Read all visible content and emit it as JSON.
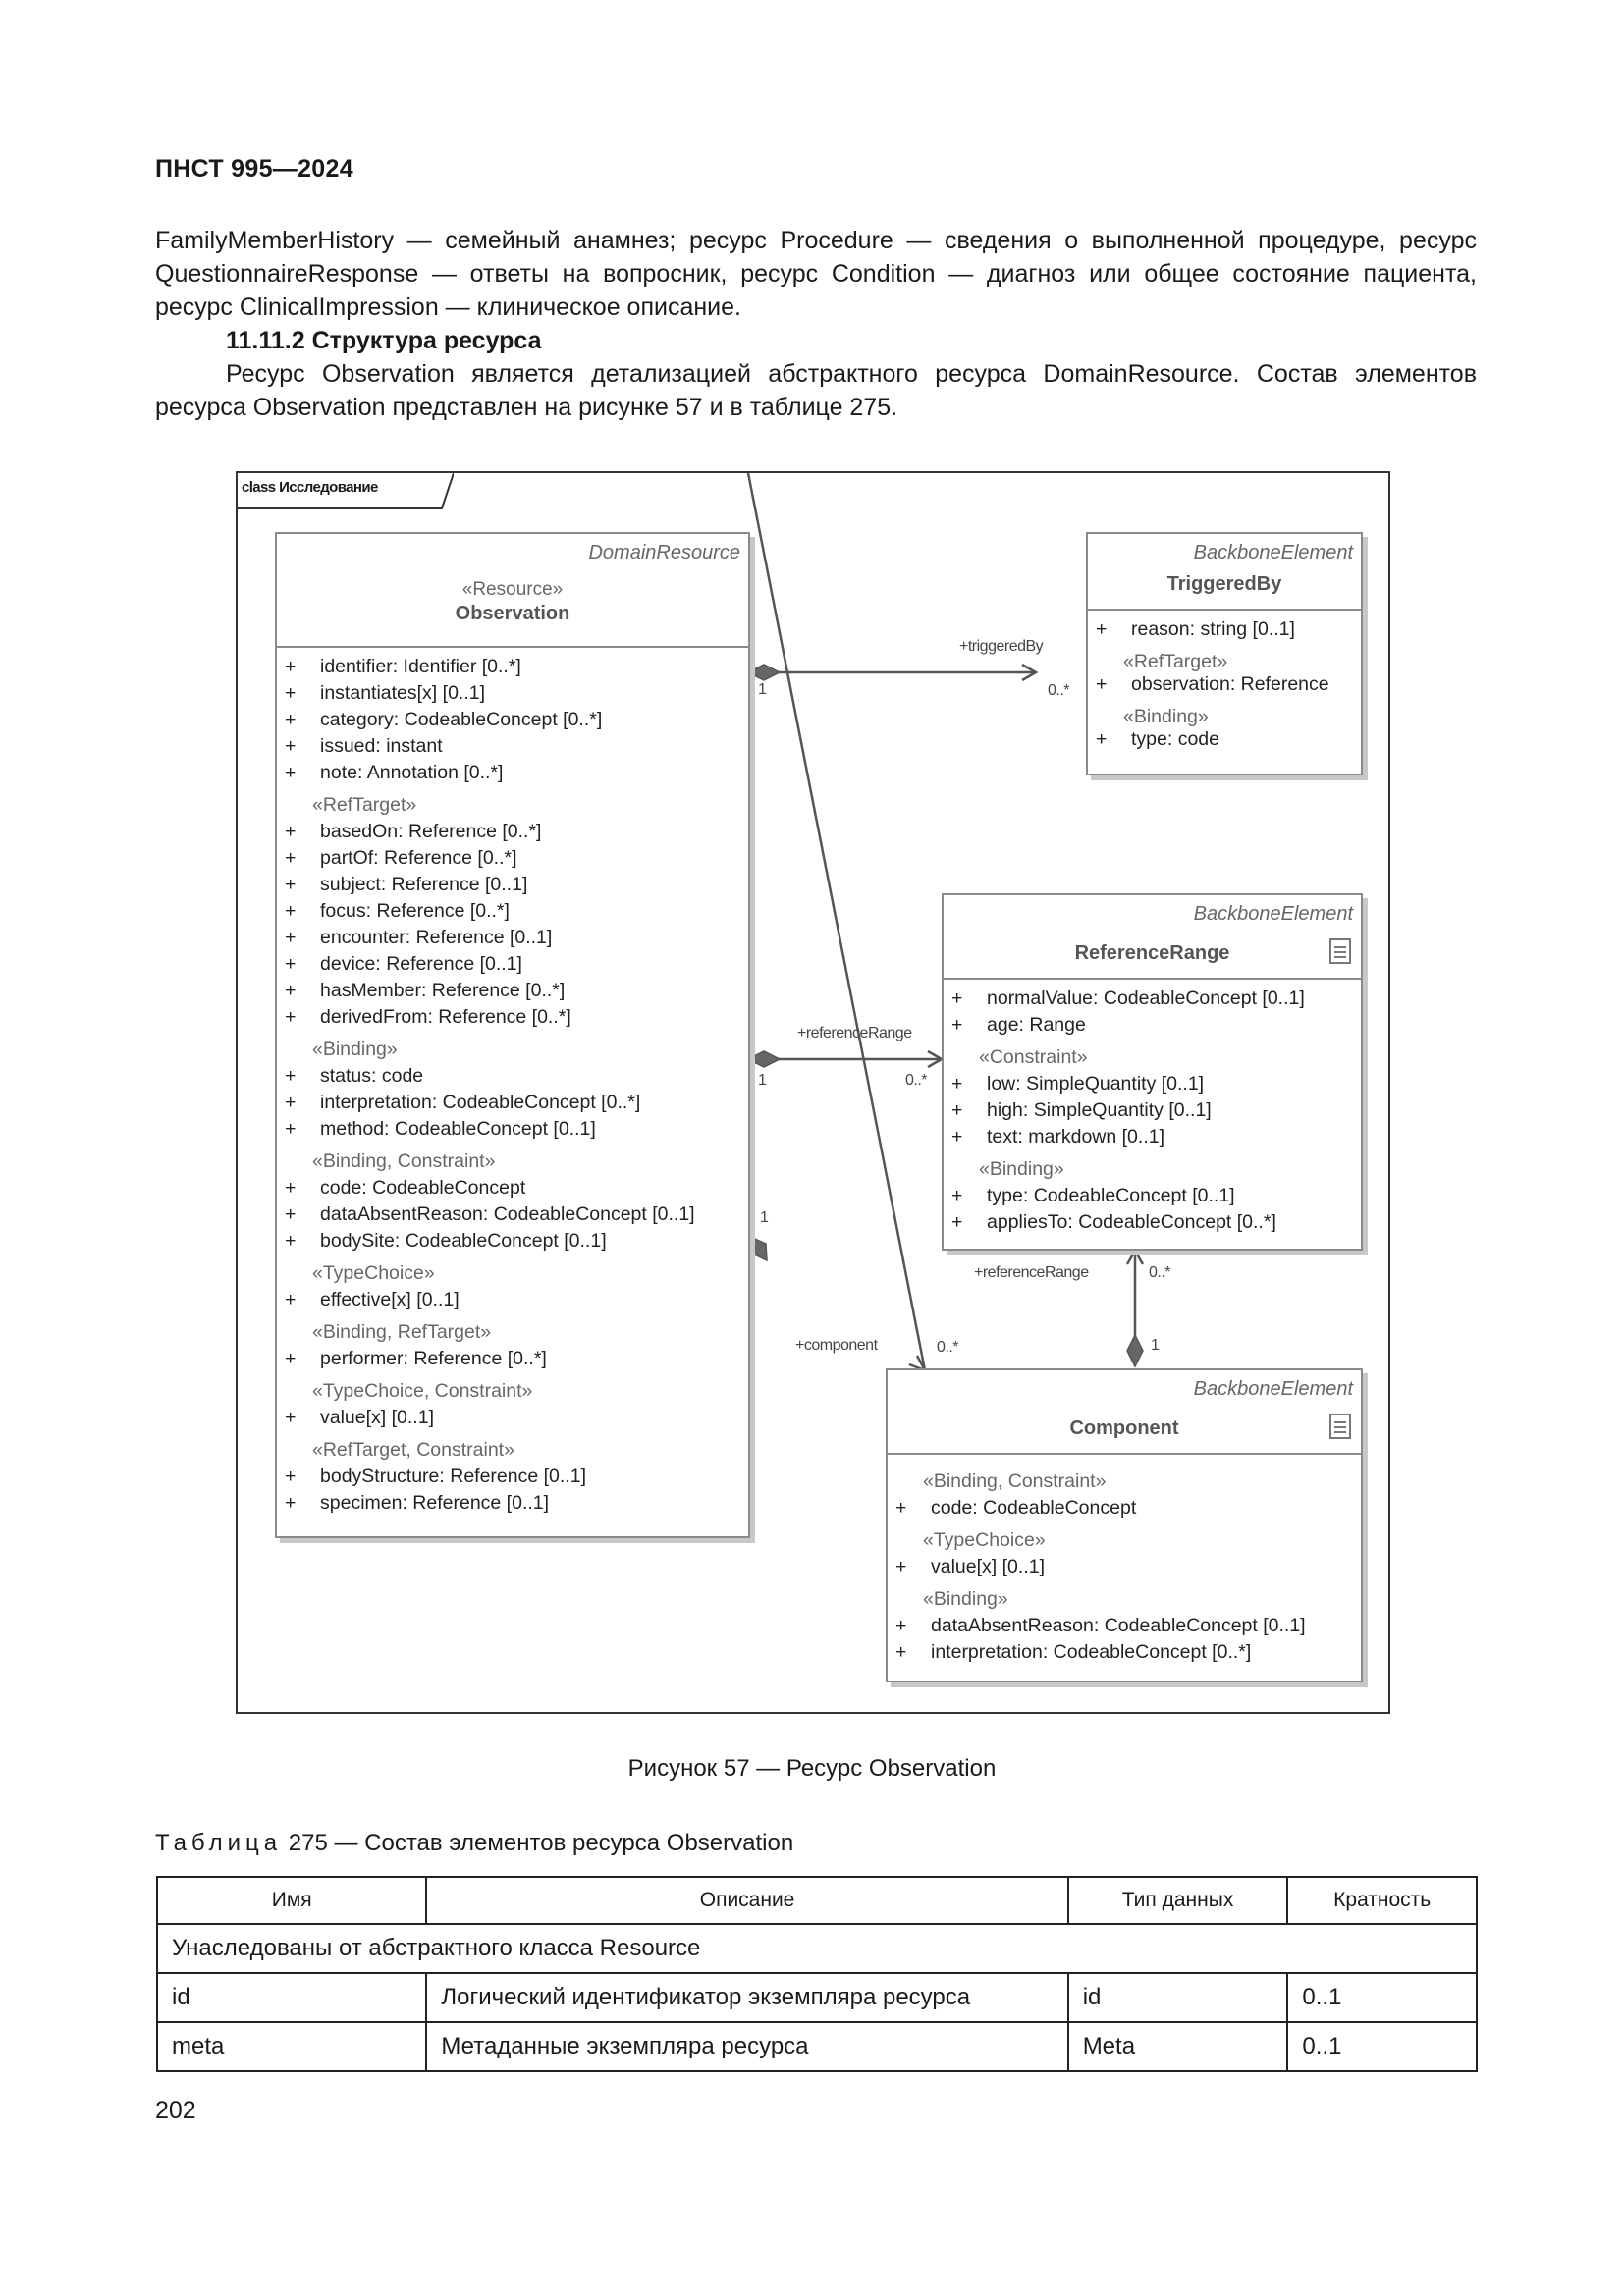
{
  "header": {
    "doc_id": "ПНСТ 995—2024"
  },
  "text": {
    "paragraph1": "FamilyMemberHistory — семейный анамнез; ресурс Procedure — сведения о выполненной процедуре, ресурс QuestionnaireResponse — ответы на вопросник, ресурс Condition — диагноз или общее состояние пациента, ресурс ClinicalImpression — клиническое описание.",
    "section_heading": "11.11.2 Структура ресурса",
    "paragraph2": "Ресурс Observation является детализацией абстрактного ресурса DomainResource. Состав элементов ресурса Observation представлен на рисунке 57 и в таблице 275."
  },
  "figure": {
    "frame_title": "class Исследование",
    "observation": {
      "parent": "DomainResource",
      "stereotype": "«Resource»",
      "name": "Observation",
      "groups": [
        {
          "stereotype": "",
          "attributes": [
            "identifier: Identifier [0..*]",
            "instantiates[x] [0..1]",
            "category: CodeableConcept [0..*]",
            "issued: instant",
            "note: Annotation [0..*]"
          ]
        },
        {
          "stereotype": "«RefTarget»",
          "attributes": [
            "basedOn: Reference [0..*]",
            "partOf: Reference [0..*]",
            "subject: Reference [0..1]",
            "focus: Reference [0..*]",
            "encounter: Reference [0..1]",
            "device: Reference [0..1]",
            "hasMember: Reference [0..*]",
            "derivedFrom: Reference [0..*]"
          ]
        },
        {
          "stereotype": "«Binding»",
          "attributes": [
            "status: code",
            "interpretation: CodeableConcept [0..*]",
            "method: CodeableConcept [0..1]"
          ]
        },
        {
          "stereotype": "«Binding, Constraint»",
          "attributes": [
            "code: CodeableConcept",
            "dataAbsentReason: CodeableConcept [0..1]",
            "bodySite: CodeableConcept [0..1]"
          ]
        },
        {
          "stereotype": "«TypeChoice»",
          "attributes": [
            "effective[x] [0..1]"
          ]
        },
        {
          "stereotype": "«Binding, RefTarget»",
          "attributes": [
            "performer: Reference [0..*]"
          ]
        },
        {
          "stereotype": "«TypeChoice, Constraint»",
          "attributes": [
            "value[x] [0..1]"
          ]
        },
        {
          "stereotype": "«RefTarget, Constraint»",
          "attributes": [
            "bodyStructure: Reference [0..1]",
            "specimen: Reference [0..1]"
          ]
        }
      ]
    },
    "triggered_by": {
      "parent": "BackboneElement",
      "name": "TriggeredBy",
      "groups": [
        {
          "stereotype": "",
          "attributes": [
            "reason: string [0..1]"
          ]
        },
        {
          "stereotype": "«RefTarget»",
          "attributes": [
            "observation: Reference"
          ]
        },
        {
          "stereotype": "«Binding»",
          "attributes": [
            "type: code"
          ]
        }
      ]
    },
    "reference_range": {
      "parent": "BackboneElement",
      "name": "ReferenceRange",
      "groups": [
        {
          "stereotype": "",
          "attributes": [
            "normalValue: CodeableConcept [0..1]",
            "age: Range"
          ]
        },
        {
          "stereotype": "«Constraint»",
          "attributes": [
            "low: SimpleQuantity [0..1]",
            "high: SimpleQuantity [0..1]",
            "text: markdown [0..1]"
          ]
        },
        {
          "stereotype": "«Binding»",
          "attributes": [
            "type: CodeableConcept [0..1]",
            "appliesTo: CodeableConcept [0..*]"
          ]
        }
      ]
    },
    "component": {
      "parent": "BackboneElement",
      "name": "Component",
      "groups": [
        {
          "stereotype": "«Binding, Constraint»",
          "attributes": [
            "code: CodeableConcept"
          ]
        },
        {
          "stereotype": "«TypeChoice»",
          "attributes": [
            "value[x] [0..1]"
          ]
        },
        {
          "stereotype": "«Binding»",
          "attributes": [
            "dataAbsentReason: CodeableConcept [0..1]",
            "interpretation: CodeableConcept [0..*]"
          ]
        }
      ]
    },
    "links": {
      "triggered_by": {
        "role": "+triggeredBy",
        "source_mult": "1",
        "target_mult": "0..*"
      },
      "reference_range": {
        "role": "+referenceRange",
        "source_mult": "1",
        "target_mult": "0..*"
      },
      "component": {
        "role": "+component",
        "source_mult": "1",
        "target_mult": "0..*"
      },
      "component_reference_range": {
        "role": "+referenceRange",
        "source_mult": "1",
        "target_mult": "0..*"
      }
    },
    "caption": "Рисунок 57 — Ресурс Observation"
  },
  "table": {
    "caption_prefix": "Таблица",
    "caption_rest": " 275 — Состав элементов ресурса Observation",
    "headers": [
      "Имя",
      "Описание",
      "Тип данных",
      "Кратность"
    ],
    "section_row": "Унаследованы от абстрактного класса Resource",
    "rows": [
      [
        "id",
        "Логический идентификатор экземпляра ресурса",
        "id",
        "0..1"
      ],
      [
        "meta",
        "Метаданные экземпляра ресурса",
        "Meta",
        "0..1"
      ]
    ]
  },
  "footer": {
    "page_number": "202"
  }
}
